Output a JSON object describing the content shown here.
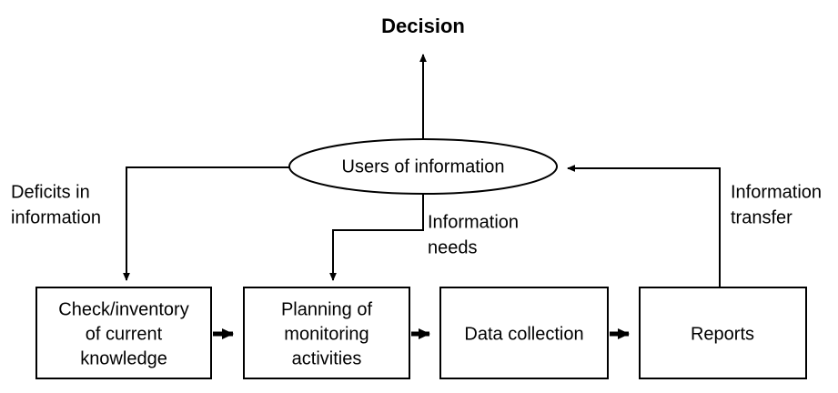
{
  "diagram": {
    "title": "Decision",
    "background_color": "#ffffff",
    "line_color": "#000000",
    "text_color": "#000000",
    "nodes": [
      {
        "id": "users",
        "shape": "ellipse",
        "label": "Users of information"
      },
      {
        "id": "check",
        "shape": "rect",
        "label_line1": "Check/inventory",
        "label_line2": "of current",
        "label_line3": "knowledge"
      },
      {
        "id": "planning",
        "shape": "rect",
        "label_line1": "Planning of",
        "label_line2": "monitoring",
        "label_line3": "activities"
      },
      {
        "id": "collection",
        "shape": "rect",
        "label_line1": "Data collection"
      },
      {
        "id": "reports",
        "shape": "rect",
        "label_line1": "Reports"
      }
    ],
    "edge_labels": [
      {
        "id": "deficits",
        "line1": "Deficits in",
        "line2": "information"
      },
      {
        "id": "needs",
        "line1": "Information",
        "line2": "needs"
      },
      {
        "id": "transfer",
        "line1": "Information",
        "line2": "transfer"
      }
    ]
  }
}
